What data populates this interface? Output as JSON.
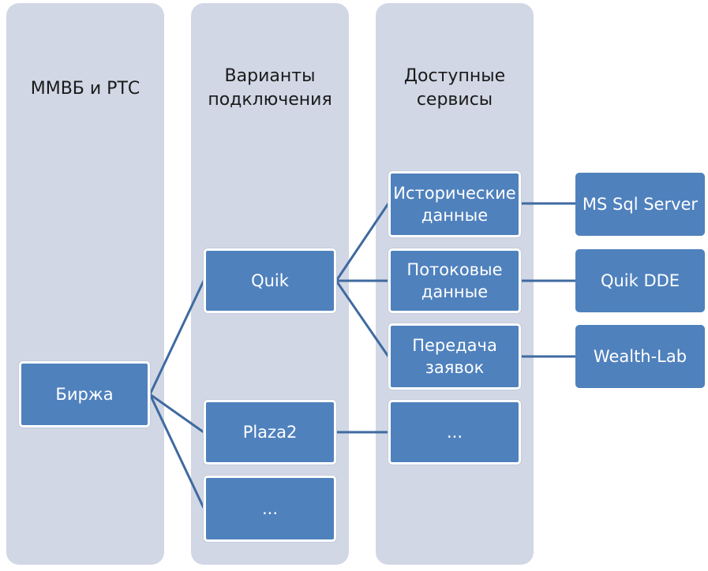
{
  "columns": {
    "exchange": {
      "title": "ММВБ и РТС"
    },
    "connections": {
      "title_line1": "Варианты",
      "title_line2": "подключения"
    },
    "services": {
      "title_line1": "Доступные",
      "title_line2": "сервисы"
    }
  },
  "nodes": {
    "exchange": "Биржа",
    "quik": "Quik",
    "plaza2": "Plaza2",
    "connection_more": "...",
    "historical_line1": "Исторические",
    "historical_line2": "данные",
    "streaming_line1": "Потоковые",
    "streaming_line2": "данные",
    "orders_line1": "Передача",
    "orders_line2": "заявок",
    "service_more": "...",
    "ms_sql": "MS Sql Server",
    "quik_dde": "Quik DDE",
    "wealth_lab": "Wealth-Lab"
  },
  "colors": {
    "panel": "#d1d7e5",
    "node": "#4f81bd",
    "connector": "#3f6aa0"
  }
}
